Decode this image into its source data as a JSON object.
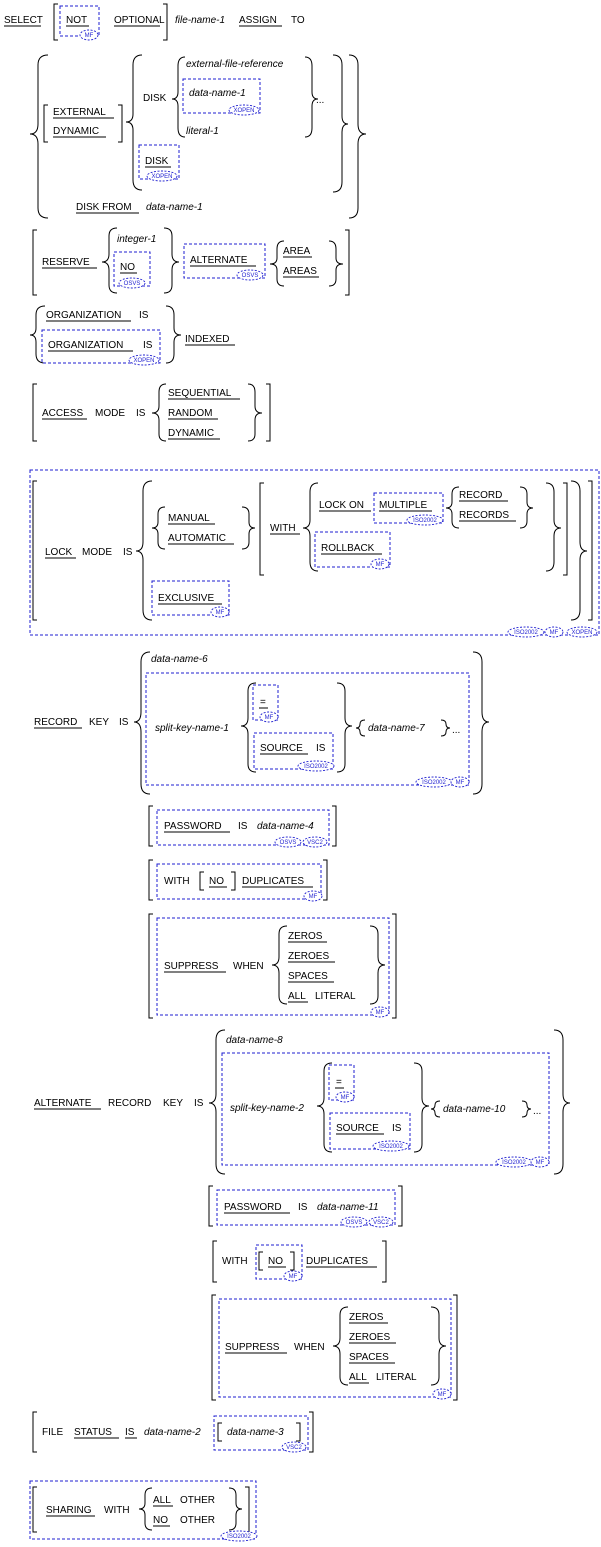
{
  "select": {
    "select_kw": "SELECT",
    "not_kw": "NOT",
    "optional_kw": "OPTIONAL",
    "file_name": "file-name-1",
    "assign_kw": "ASSIGN",
    "to_kw": "TO"
  },
  "assign": {
    "external_kw": "EXTERNAL",
    "dynamic_kw": "DYNAMIC",
    "disk_kw": "DISK",
    "external_file_reference": "external-file-reference",
    "data_name": "data-name-1",
    "literal": "literal-1",
    "ellipsis": "...",
    "disk_from_kw": "DISK FROM",
    "disk_from_data_name": "data-name-1"
  },
  "reserve": {
    "reserve_kw": "RESERVE",
    "integer": "integer-1",
    "no_kw": "NO",
    "alternate_kw": "ALTERNATE",
    "area_kw": "AREA",
    "areas_kw": "AREAS"
  },
  "organization": {
    "organization_kw": "ORGANIZATION",
    "is_kw": "IS",
    "indexed_kw": "INDEXED"
  },
  "access": {
    "access_kw": "ACCESS",
    "mode_kw": "MODE",
    "is_kw": "IS",
    "sequential_kw": "SEQUENTIAL",
    "random_kw": "RANDOM",
    "dynamic_kw": "DYNAMIC"
  },
  "lock": {
    "lock_kw": "LOCK",
    "mode_kw": "MODE",
    "is_kw": "IS",
    "manual_kw": "MANUAL",
    "automatic_kw": "AUTOMATIC",
    "with_kw": "WITH",
    "lock_on_kw": "LOCK ON",
    "multiple_kw": "MULTIPLE",
    "record_kw": "RECORD",
    "records_kw": "RECORDS",
    "rollback_kw": "ROLLBACK",
    "exclusive_kw": "EXCLUSIVE"
  },
  "record_key": {
    "record_kw": "RECORD",
    "key_kw": "KEY",
    "is_kw": "IS",
    "data_name_6": "data-name-6",
    "split_key_name": "split-key-name-1",
    "equals": "=",
    "source_kw": "SOURCE",
    "source_is_kw": "IS",
    "data_name_7": "data-name-7",
    "ellipsis": "...",
    "password_kw": "PASSWORD",
    "password_is_kw": "IS",
    "data_name_4": "data-name-4",
    "with_kw": "WITH",
    "no_kw": "NO",
    "duplicates_kw": "DUPLICATES",
    "suppress_kw": "SUPPRESS",
    "when_kw": "WHEN",
    "zeros_kw": "ZEROS",
    "zeroes_kw": "ZEROES",
    "spaces_kw": "SPACES",
    "all_kw": "ALL",
    "literal_kw": "LITERAL"
  },
  "alternate_key": {
    "alternate_kw": "ALTERNATE",
    "record_kw": "RECORD",
    "key_kw": "KEY",
    "is_kw": "IS",
    "data_name_8": "data-name-8",
    "split_key_name": "split-key-name-2",
    "equals": "=",
    "source_kw": "SOURCE",
    "source_is_kw": "IS",
    "data_name_10": "data-name-10",
    "ellipsis": "...",
    "password_kw": "PASSWORD",
    "password_is_kw": "IS",
    "data_name_11": "data-name-11",
    "with_kw": "WITH",
    "no_kw": "NO",
    "duplicates_kw": "DUPLICATES",
    "suppress_kw": "SUPPRESS",
    "when_kw": "WHEN",
    "zeros_kw": "ZEROS",
    "zeroes_kw": "ZEROES",
    "spaces_kw": "SPACES",
    "all_kw": "ALL",
    "literal_kw": "LITERAL"
  },
  "file_status": {
    "file_kw": "FILE",
    "status_kw": "STATUS",
    "is_kw": "IS",
    "data_name_2": "data-name-2",
    "data_name_3": "data-name-3"
  },
  "sharing": {
    "sharing_kw": "SHARING",
    "with_kw": "WITH",
    "all_kw": "ALL",
    "no_kw": "NO",
    "other_kw": "OTHER"
  },
  "badges": {
    "mf": "MF",
    "xopen": "XOPEN",
    "osvs": "OSVS",
    "vsc2": "VSC2",
    "iso2002": "ISO2002"
  },
  "colors": {
    "keyword": "#000000",
    "dialect_box": "#1f1fd0"
  }
}
